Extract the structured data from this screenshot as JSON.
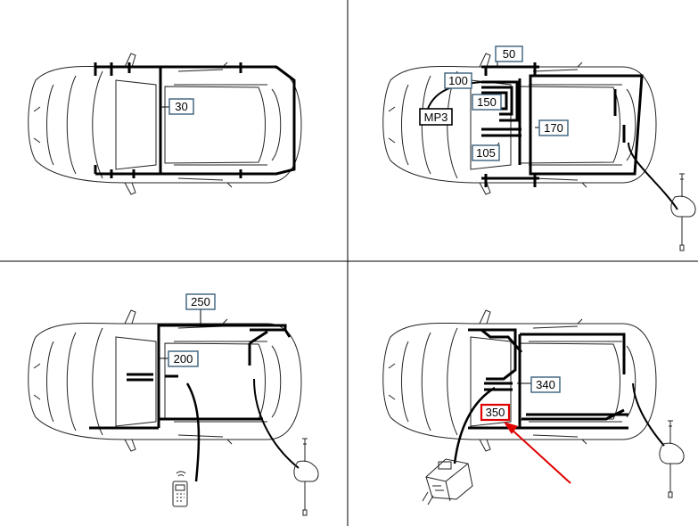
{
  "panels": [
    {
      "id": "top-left",
      "labels": [
        {
          "text": "30"
        }
      ]
    },
    {
      "id": "top-right",
      "labels": [
        {
          "text": "50"
        },
        {
          "text": "100"
        },
        {
          "text": "150"
        },
        {
          "text": "MP3"
        },
        {
          "text": "170"
        },
        {
          "text": "105"
        }
      ]
    },
    {
      "id": "bottom-left",
      "labels": [
        {
          "text": "250"
        },
        {
          "text": "200"
        }
      ]
    },
    {
      "id": "bottom-right",
      "labels": [
        {
          "text": "340"
        },
        {
          "text": "350"
        }
      ]
    }
  ],
  "colors": {
    "highlight": "#e00000",
    "label_border": "#3a5f7a",
    "line": "#000000"
  },
  "highlighted_label": "350"
}
